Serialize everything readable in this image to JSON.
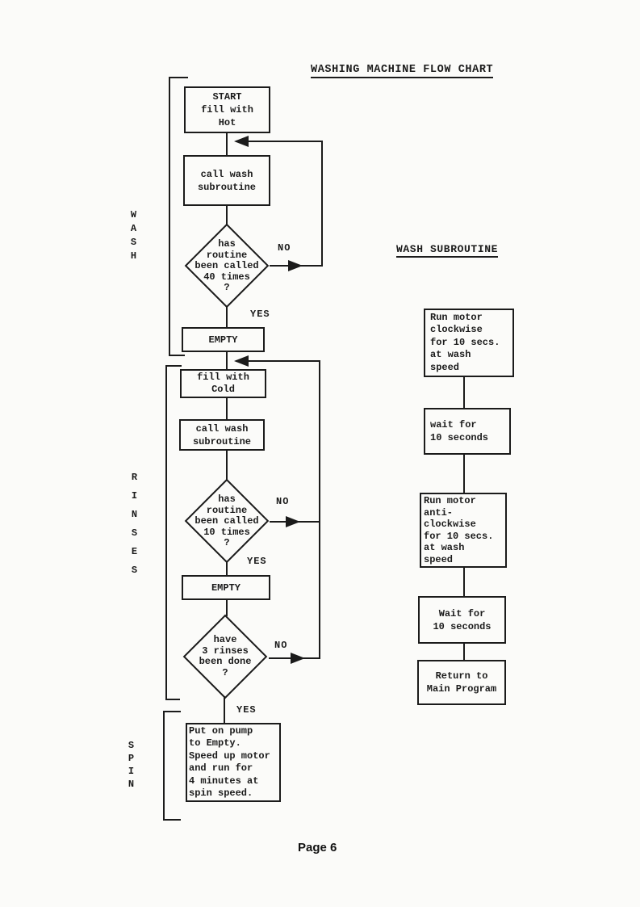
{
  "page": {
    "title": "WASHING MACHINE FLOW CHART",
    "page_number": "Page 6"
  },
  "main_flow": {
    "section_labels": {
      "wash": "WASH",
      "rinses": "RINSES",
      "spin": "SPIN"
    },
    "nodes": {
      "start": "START\nfill with\nHot",
      "call_wash_1": "call wash\nsubroutine",
      "decision_40": "has\nroutine\nbeen called\n40 times\n?",
      "empty_1": "EMPTY",
      "fill_cold": "fill with\nCold",
      "call_wash_2": "call wash\nsubroutine",
      "decision_10": "has\nroutine\nbeen called\n10 times\n?",
      "empty_2": "EMPTY",
      "decision_rinses": "have\n3 rinses\nbeen done\n?",
      "spin_action": "Put on pump\nto Empty.\nSpeed up motor\nand run for\n4 minutes at\nspin speed."
    },
    "branch_labels": {
      "no_1": "NO",
      "yes_1": "YES",
      "no_2": "NO",
      "yes_2": "YES",
      "no_3": "NO",
      "yes_3": "YES"
    }
  },
  "subroutine": {
    "title": "WASH SUBROUTINE",
    "nodes": {
      "run_clockwise": "Run motor\nclockwise\nfor 10 secs.\nat wash\nspeed",
      "wait_1": "wait for\n10 seconds",
      "run_anticlockwise": "Run motor\nanti-\nclockwise\nfor 10 secs.\nat wash\nspeed",
      "wait_2": "Wait for\n10 seconds",
      "return_main": "Return to\nMain Program"
    }
  }
}
